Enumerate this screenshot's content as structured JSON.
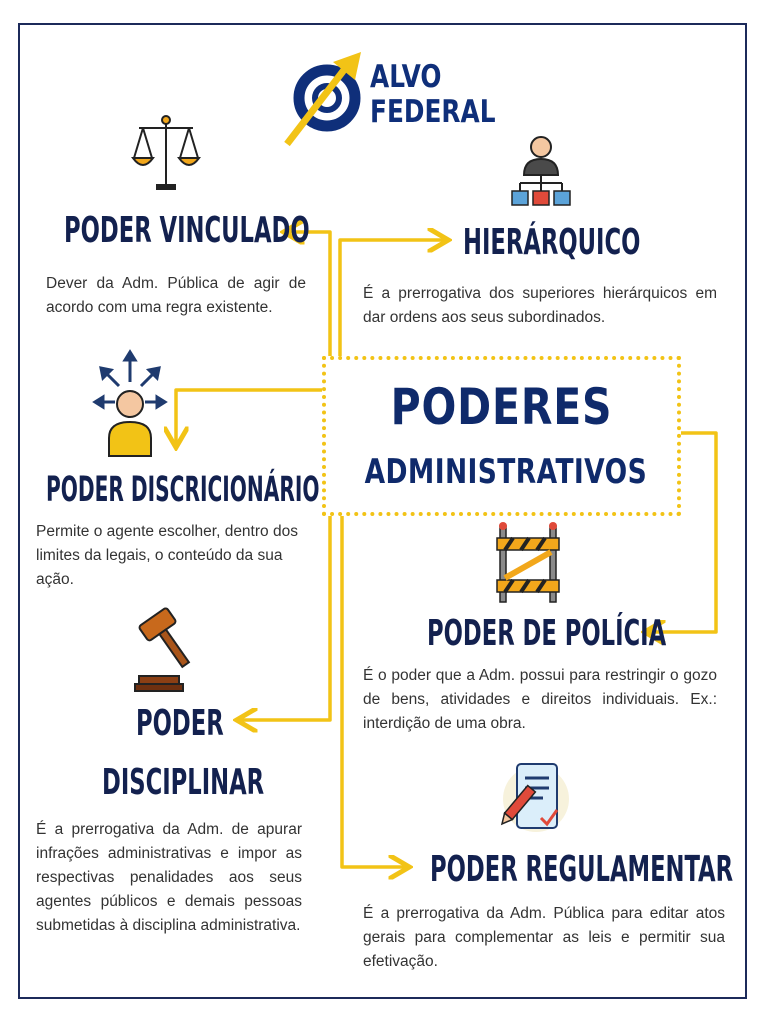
{
  "brand": {
    "line1": "ALVO",
    "line2": "FEDERAL"
  },
  "center": {
    "title_line1": "PODERES",
    "title_line2": "ADMINISTRATIVOS"
  },
  "sections": {
    "vinculado": {
      "title": "PODER VINCULADO",
      "text": "Dever da Adm. Pública de agir de acordo com uma regra existente."
    },
    "hierarquico": {
      "title": "HIERÁRQUICO",
      "text": "É a prerrogativa dos superiores hierárquicos em dar ordens aos seus subordinados."
    },
    "discricionario": {
      "title": "PODER DISCRICIONÁRIO",
      "text": "Permite o agente escolher, dentro dos limites da legais, o conteúdo da sua ação."
    },
    "policia": {
      "title": "PODER DE POLÍCIA",
      "text": "É o poder que a Adm. possui para restringir o gozo de bens, atividades e direitos individuais. Ex.: interdição de uma obra."
    },
    "disciplinar": {
      "title_line1": "PODER",
      "title_line2": "DISCIPLINAR",
      "text": "É a prerrogativa da Adm. de apurar infrações administrativas e impor as respectivas penalidades aos seus agentes públicos e demais pessoas submetidas à disciplina administrativa."
    },
    "regulamentar": {
      "title": "PODER REGULAMENTAR",
      "text": "É a prerrogativa da Adm. Pública para editar atos gerais para complementar as leis e permitir sua efetivação."
    }
  },
  "icons": {
    "logo": "target-arrow-logo-icon",
    "vinculado": "scales-of-justice-icon",
    "hierarquico": "org-chart-person-icon",
    "discricionario": "person-choices-arrows-icon",
    "policia": "barrier-icon",
    "disciplinar": "gavel-icon",
    "regulamentar": "document-pen-icon"
  },
  "colors": {
    "navy": "#13214f",
    "brand_blue": "#0f2f7a",
    "arrow_yellow": "#f2c316",
    "text_gray": "#333333"
  }
}
